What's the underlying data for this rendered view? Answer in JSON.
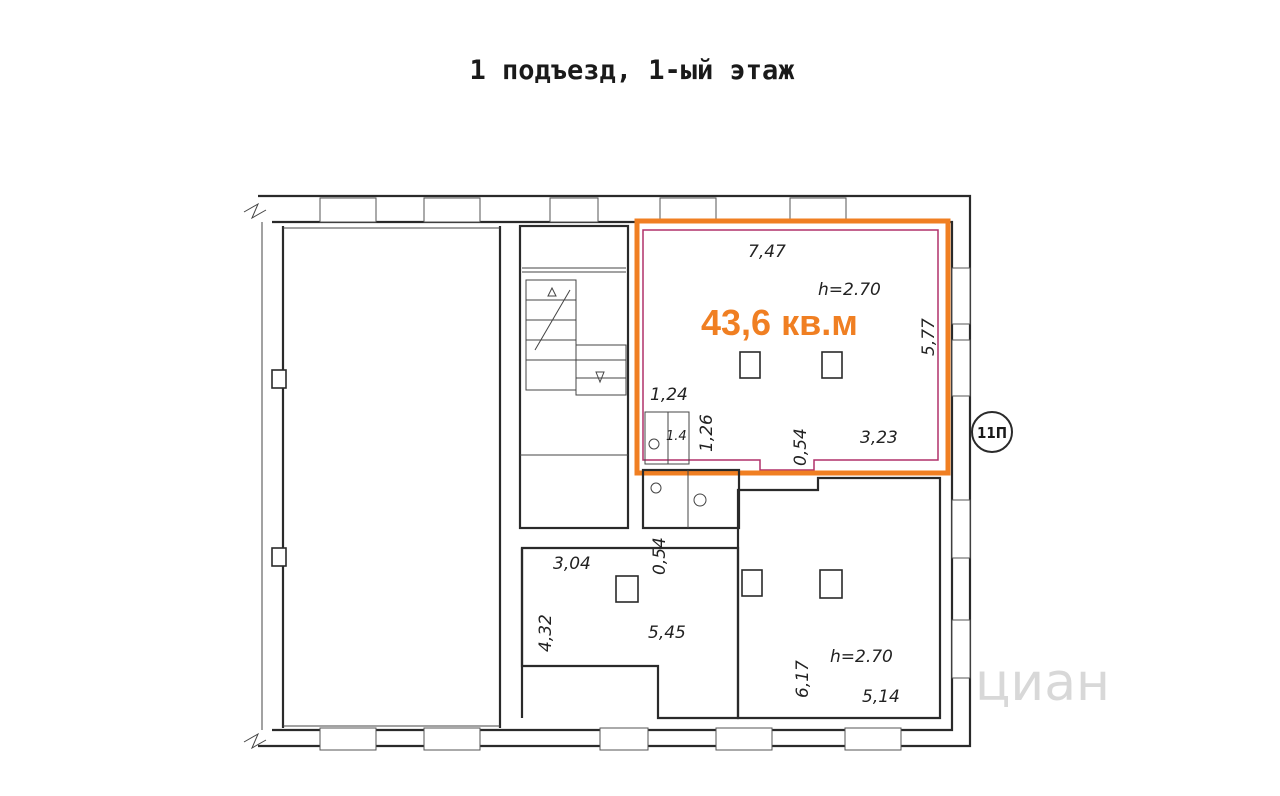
{
  "title": "1 подъезд, 1-ый этаж",
  "highlight": {
    "area_label": "43,6 кв.м",
    "color": "#F07F22"
  },
  "axis_marker": "11П",
  "watermark": "циан",
  "colors": {
    "line": "#2a2a2a",
    "highlight_wall": "#b0306a"
  },
  "rooms": {
    "main": {
      "width": "7,47",
      "height_label": "h=2.70",
      "depth": "5,77",
      "wall_a": "1,24",
      "wall_b": "1,26",
      "wall_c": "0,54",
      "wall_d": "3,23",
      "wc_number": "1.4"
    },
    "office_left": {
      "width": "3,04",
      "wall": "0,54",
      "depth": "4,32",
      "length": "5,45"
    },
    "office_right": {
      "height_label": "h=2.70",
      "depth": "6,17",
      "width": "5,14"
    }
  }
}
